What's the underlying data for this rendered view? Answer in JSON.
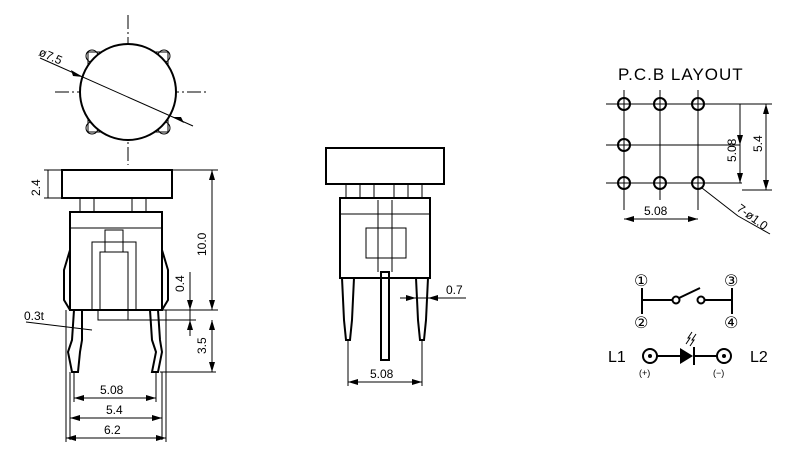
{
  "top_view": {
    "diameter_label": "ø7.5"
  },
  "front_view": {
    "cap_height": "2.4",
    "total_height": "10.0",
    "gap": "0.4",
    "pin_length": "3.5",
    "thickness": "0.3t",
    "pitch": "5.08",
    "inner_width": "5.4",
    "outer_width": "6.2"
  },
  "side_view": {
    "pin_width": "0.7",
    "pitch": "5.08"
  },
  "pcb_layout": {
    "title": "P.C.B LAYOUT",
    "horizontal_pitch": "5.08",
    "vertical_pitch": "5.08",
    "vertical_span": "5.4",
    "holes": "7-ø1.0"
  },
  "schematic": {
    "pin1": "①",
    "pin2": "②",
    "pin3": "③",
    "pin4": "④",
    "led_left_label": "L1",
    "led_right_label": "L2",
    "plus_sign": "(+)",
    "minus_sign": "(−)"
  }
}
